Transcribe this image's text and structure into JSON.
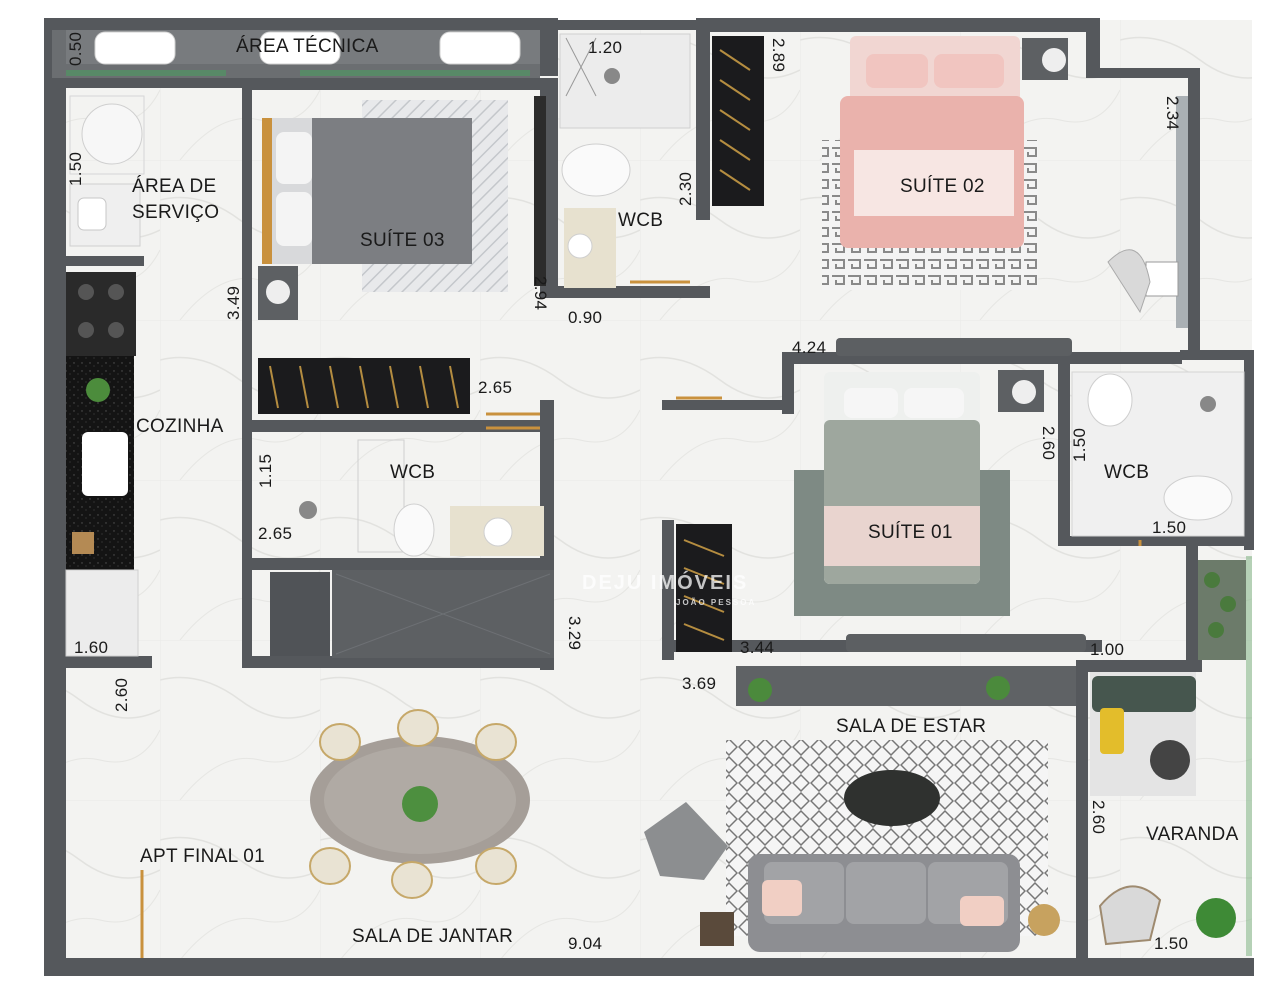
{
  "rooms": {
    "area_tecnica": "ÁREA TÉCNICA",
    "area_servico_1": "ÁREA DE",
    "area_servico_2": "SERVIÇO",
    "suite_03": "SUÍTE 03",
    "suite_02": "SUÍTE 02",
    "suite_01": "SUÍTE 01",
    "wcb_top": "WCB",
    "wcb_mid": "WCB",
    "wcb_right": "WCB",
    "cozinha": "COZINHA",
    "sala_estar": "SALA DE ESTAR",
    "sala_jantar": "SALA DE JANTAR",
    "varanda": "VARANDA",
    "apt_final": "APT FINAL 01"
  },
  "dimensions": {
    "d050": "0.50",
    "d120": "1.20",
    "d289": "2.89",
    "d234": "2.34",
    "d150_servico": "1.50",
    "d230": "2.30",
    "d349": "3.49",
    "d294": "2.94",
    "d090": "0.90",
    "d424": "4.24",
    "d265_closet": "2.65",
    "d260_suite01": "2.60",
    "d150_wcb_right": "1.50",
    "d115": "1.15",
    "d265_wcb": "2.65",
    "d150_wcb_bottom": "1.50",
    "d329": "3.29",
    "d344": "3.44",
    "d100": "1.00",
    "d160": "1.60",
    "d260_left": "2.60",
    "d369": "3.69",
    "d260_varanda": "2.60",
    "d904": "9.04",
    "d150_varanda": "1.50"
  },
  "watermark": {
    "brand": "DEJU IMÓVEIS",
    "sub": "JOÃO PESSOA"
  },
  "colors": {
    "wall": "#55585c",
    "floor": "#f3f3f1",
    "cabinet": "#1d1d1f",
    "bed_pink": "#eab2ac",
    "bed_gray": "#7c7e82",
    "bed_sage": "#9ea79e",
    "sofa": "#8d8e92",
    "plant": "#3d7a3a",
    "table_marble": "#a59e98",
    "accent_gold": "#c9913d"
  }
}
